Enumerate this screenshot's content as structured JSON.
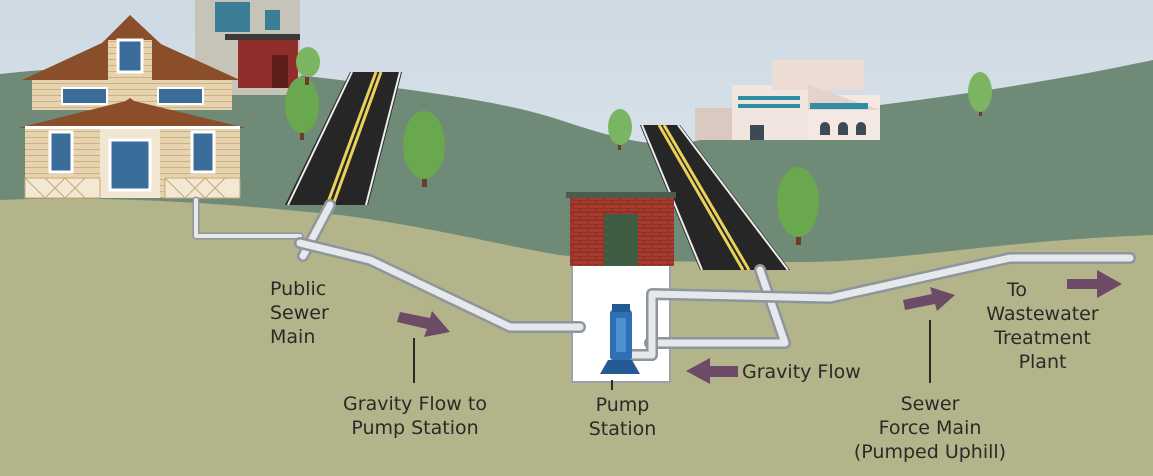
{
  "labels": {
    "public_sewer_main": [
      "Public",
      "Sewer",
      "Main"
    ],
    "gravity_flow_to_pump_station": [
      "Gravity Flow to",
      "Pump Station"
    ],
    "pump_station": [
      "Pump",
      "Station"
    ],
    "gravity_flow": "Gravity Flow",
    "sewer_force_main": [
      "Sewer",
      "Force Main",
      "(Pumped Uphill)"
    ],
    "to_wastewater_treatment_plant": [
      "To",
      "Wastewater",
      "Treatment",
      "Plant"
    ]
  },
  "colors": {
    "sky": "#dfe7ee",
    "far_hill": "#6f8a76",
    "ground": "#b3b489",
    "pipe": "#c9cdd2",
    "arrow": "#6d4a66",
    "brick": "#a0382c",
    "pump": "#2f6fb5",
    "road": "#262626",
    "tree": "#6aa84f"
  }
}
